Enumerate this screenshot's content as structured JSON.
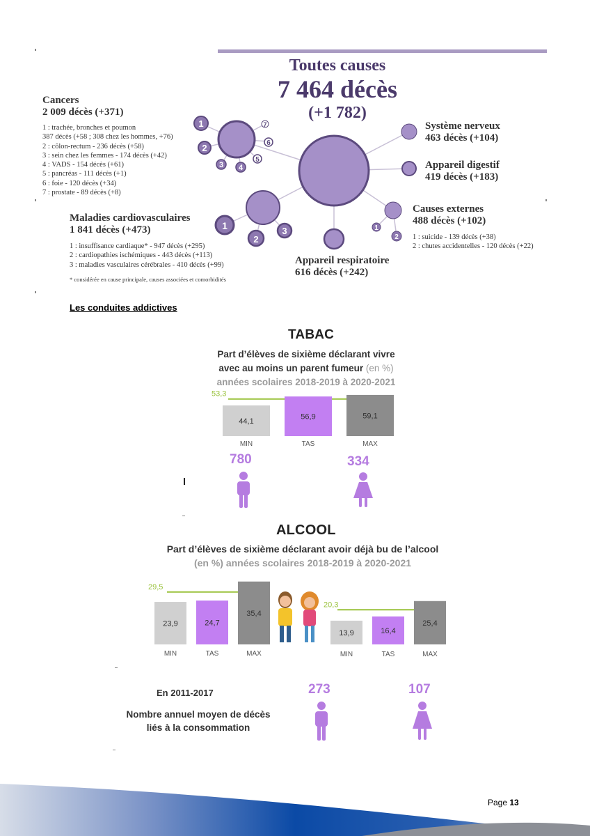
{
  "mortality": {
    "title": "Toutes causes",
    "total": "7 464 décès",
    "delta": "(+1 782)",
    "cancers": {
      "title": "Cancers",
      "value": "2 009 décès (+371)",
      "lines": [
        "1 : trachée, bronches et poumon",
        "387 décès (+58 ; 308 chez les hommes, +76)",
        "2 : côlon-rectum - 236 décès (+58)",
        "3 : sein chez les femmes - 174 décès (+42)",
        "4 : VADS - 154 décès (+61)",
        "5 : pancréas - 111 décès (+1)",
        "6 : foie - 120 décès (+34)",
        "7 : prostate - 89 décès (+8)"
      ],
      "bubble_labels": [
        "1",
        "2",
        "3",
        "4",
        "5",
        "6",
        "7"
      ]
    },
    "cardio": {
      "title": "Maladies cardiovasculaires",
      "value": "1 841 décès (+473)",
      "lines": [
        "1 : insuffisance cardiaque* - 947 décès (+295)",
        "2 : cardiopathies ischémiques - 443 décès (+113)",
        "3 : maladies vasculaires cérébrales - 410 décès (+99)"
      ],
      "footnote": "* considérée en cause principale, causes associées et comorbidités",
      "bubble_labels": [
        "1",
        "2",
        "3"
      ]
    },
    "respiratory": {
      "title": "Appareil respiratoire",
      "value": "616 décès (+242)"
    },
    "nervous": {
      "title": "Système nerveux",
      "value": "463 décès (+104)"
    },
    "digestive": {
      "title": "Appareil digestif",
      "value": "419 décès (+183)"
    },
    "external": {
      "title": "Causes externes",
      "value": "488 décès (+102)",
      "lines": [
        "1 : suicide - 139 décès (+38)",
        "2 : chutes accidentelles - 120 décès (+22)"
      ],
      "bubble_labels": [
        "1",
        "2"
      ]
    }
  },
  "section_heading": "Les conduites addictives",
  "tabac": {
    "title": "TABAC",
    "subtitle_line1": "Part d’élèves de sixième déclarant vivre",
    "subtitle_line2_dark": "avec au moins un parent fumeur",
    "subtitle_line2_grey": "(en %)",
    "subtitle_line3": "années scolaires 2018-2019 à 2020-2021",
    "male_count": "780",
    "female_count": "334"
  },
  "alcool": {
    "title": "ALCOOL",
    "subtitle_line1": "Part d’élèves de sixième déclarant avoir déjà bu de l’alcool",
    "subtitle_line2": "(en %) années scolaires 2018-2019 à 2020-2021",
    "period": "En 2011-2017",
    "caption_line1": "Nombre annuel moyen de décès",
    "caption_line2": "liés à la consommation",
    "male_count": "273",
    "female_count": "107"
  },
  "chart_data": [
    {
      "type": "bar",
      "categories": [
        "MIN",
        "TAS",
        "MAX"
      ],
      "values": [
        44.1,
        56.9,
        59.1
      ],
      "value_labels": [
        "44,1",
        "56,9",
        "59,1"
      ],
      "reference_value": 53.3,
      "reference_label": "53,3",
      "colors": [
        "#d0d0d0",
        "#c27ff2",
        "#8c8c8c"
      ],
      "reference_color": "#9ac23c"
    },
    {
      "type": "bar",
      "categories": [
        "MIN",
        "TAS",
        "MAX"
      ],
      "values": [
        23.9,
        24.7,
        35.4
      ],
      "value_labels": [
        "23,9",
        "24,7",
        "35,4"
      ],
      "reference_value": 29.5,
      "reference_label": "29,5",
      "colors": [
        "#d0d0d0",
        "#c27ff2",
        "#8c8c8c"
      ],
      "reference_color": "#9ac23c"
    },
    {
      "type": "bar",
      "categories": [
        "MIN",
        "TAS",
        "MAX"
      ],
      "values": [
        13.9,
        16.4,
        25.4
      ],
      "value_labels": [
        "13,9",
        "16,4",
        "25,4"
      ],
      "reference_value": 20.3,
      "reference_label": "20,3",
      "colors": [
        "#d0d0d0",
        "#c27ff2",
        "#8c8c8c"
      ],
      "reference_color": "#9ac23c"
    }
  ],
  "footer": {
    "page_label": "Page",
    "page_number": "13"
  },
  "colors": {
    "purple_dark": "#4b3a6b",
    "bubble_fill": "#a590c8",
    "bubble_stroke": "#5c4a7e",
    "accent_purple": "#b57ce0",
    "green": "#9ac23c"
  }
}
